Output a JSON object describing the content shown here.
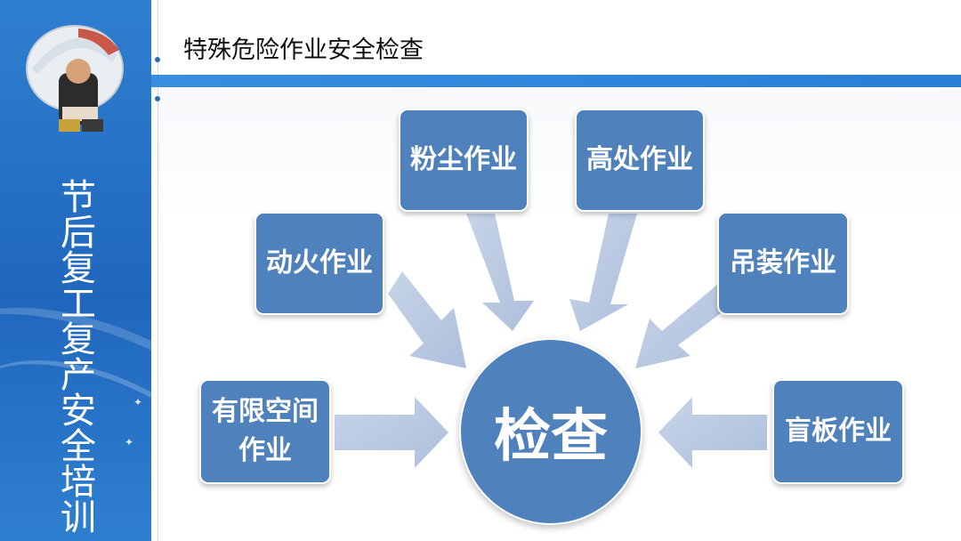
{
  "sidebar": {
    "title": "节后复工复产安全培训"
  },
  "header": {
    "title": "特殊危险作业安全检查"
  },
  "diagram": {
    "center": "检查",
    "nodes": {
      "dust": "粉尘作业",
      "height": "高处作业",
      "fire": "动火作业",
      "lifting": "吊装作业",
      "confined_line1": "有限空间",
      "confined_line2": "作业",
      "blind_plate": "盲板作业"
    },
    "colors": {
      "box": "#4f81bd",
      "arrow": "#b8c7df"
    }
  }
}
